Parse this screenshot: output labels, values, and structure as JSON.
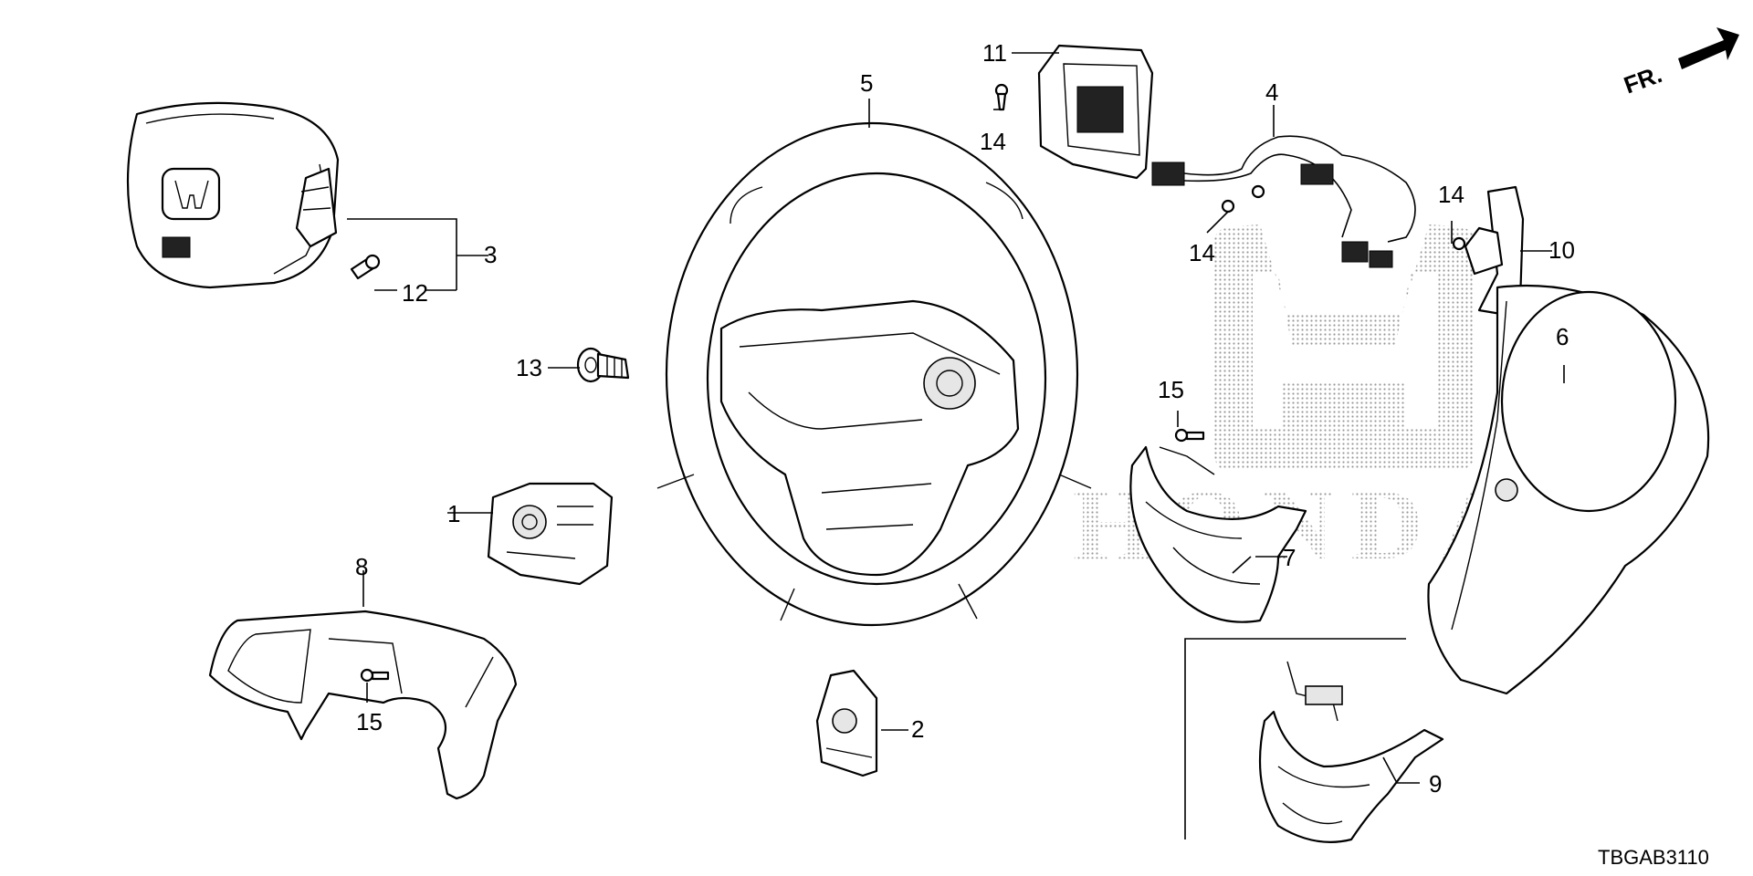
{
  "diagram": {
    "code": "TBGAB3110",
    "front_marker": "FR.",
    "watermark": "HONDA",
    "callouts": [
      {
        "id": "label-1",
        "text": "1"
      },
      {
        "id": "label-2",
        "text": "2"
      },
      {
        "id": "label-3",
        "text": "3"
      },
      {
        "id": "label-4",
        "text": "4"
      },
      {
        "id": "label-5",
        "text": "5"
      },
      {
        "id": "label-6",
        "text": "6"
      },
      {
        "id": "label-7",
        "text": "7"
      },
      {
        "id": "label-8",
        "text": "8"
      },
      {
        "id": "label-9",
        "text": "9"
      },
      {
        "id": "label-10",
        "text": "10"
      },
      {
        "id": "label-11",
        "text": "11"
      },
      {
        "id": "label-12",
        "text": "12"
      },
      {
        "id": "label-13",
        "text": "13"
      },
      {
        "id": "label-14a",
        "text": "14"
      },
      {
        "id": "label-14b",
        "text": "14"
      },
      {
        "id": "label-14c",
        "text": "14"
      },
      {
        "id": "label-15a",
        "text": "15"
      },
      {
        "id": "label-15b",
        "text": "15"
      }
    ]
  }
}
